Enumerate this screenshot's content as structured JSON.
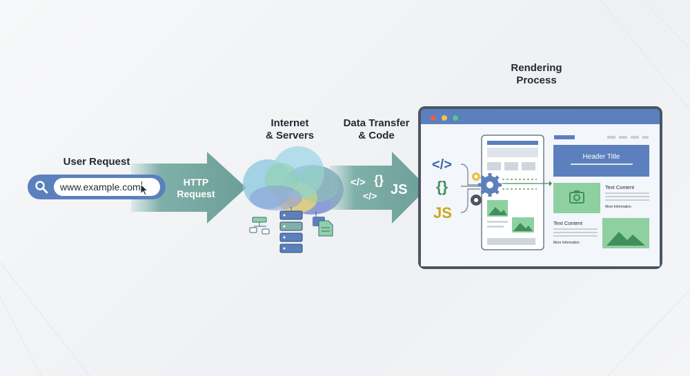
{
  "stages": {
    "user_request": "User Request",
    "internet_servers_line1": "Internet",
    "internet_servers_line2": "& Servers",
    "data_transfer_line1": "Data Transfer",
    "data_transfer_line2": "& Code",
    "rendering_line1": "Rendering",
    "rendering_line2": "Process"
  },
  "search": {
    "url": "www.example.com",
    "icon": "magnifier-icon",
    "cursor_icon": "mouse-pointer-icon"
  },
  "http_arrow": {
    "line1": "HTTP",
    "line2": "Request"
  },
  "code_arrow": {
    "html_glyph": "</>",
    "braces_glyph": "{}",
    "js_glyph": "JS"
  },
  "code_inputs": {
    "html_glyph": "</>",
    "braces_glyph": "{}",
    "js_glyph": "JS"
  },
  "browser_window": {
    "header_title": "Header Title",
    "text_content_1": "Text Content",
    "more_info_1": "More Information",
    "text_content_2": "Text Content",
    "more_info_2": "More Information"
  },
  "colors": {
    "arrow_teal": "#6fa39c",
    "cloud_blue": "#8ec9df",
    "cloud_green": "#8fd0a8",
    "cloud_purple": "#7b8fd0",
    "cloud_yellow": "#e9d27a",
    "browser_frame": "#4a5661",
    "browser_titlebar": "#5b80bd",
    "image_green": "#8fd0a0",
    "html_blue": "#3d6aa8",
    "braces_green": "#3f8f5a",
    "js_yellow": "#c9a71e"
  }
}
